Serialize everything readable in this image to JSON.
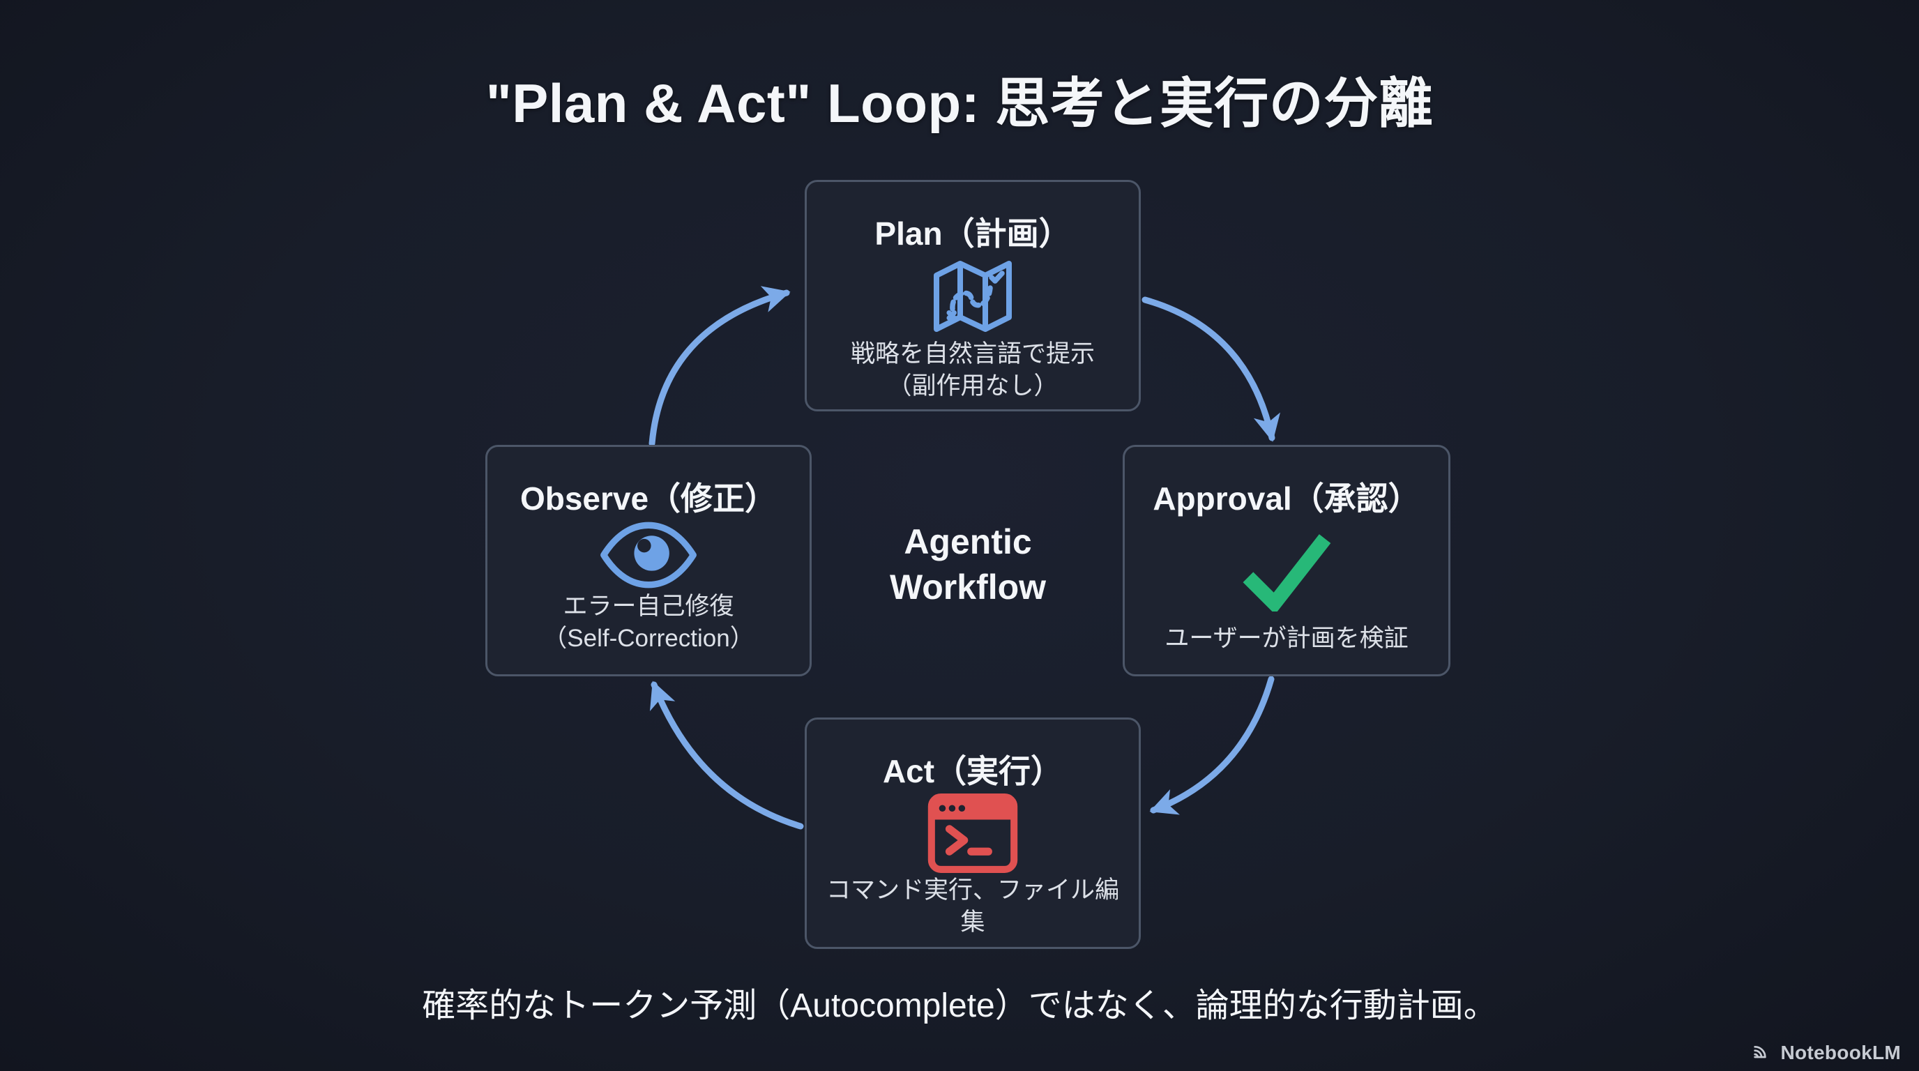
{
  "colors": {
    "background": "#181d29",
    "box-bg": "#1e2330",
    "box-border": "#4c5668",
    "text-primary": "#f4f6f9",
    "text-secondary": "#dde1e8",
    "arrow-blue": "#7caae8",
    "icon-blue": "#6ea2e6",
    "icon-green": "#27b878",
    "icon-red": "#e05151",
    "watermark": "#c7cbd3"
  },
  "slide": {
    "title": "\"Plan & Act\" Loop: 思考と実行の分離",
    "center_label": {
      "line1": "Agentic",
      "line2": "Workflow"
    },
    "footer": "確率的なトークン予測（Autocomplete）ではなく、論理的な行動計画。",
    "watermark": "NotebookLM"
  },
  "nodes": [
    {
      "id": "plan",
      "title": "Plan（計画）",
      "icon": "map-icon",
      "lines": [
        "戦略を自然言語で提示",
        "（副作用なし）"
      ]
    },
    {
      "id": "approval",
      "title": "Approval（承認）",
      "icon": "check-icon",
      "lines": [
        "ユーザーが計画を検証"
      ]
    },
    {
      "id": "act",
      "title": "Act（実行）",
      "icon": "terminal-icon",
      "lines": [
        "コマンド実行、ファイル編集"
      ]
    },
    {
      "id": "observe",
      "title": "Observe（修正）",
      "icon": "eye-icon",
      "lines": [
        "エラー自己修復",
        "（Self-Correction）"
      ]
    }
  ],
  "arrows": [
    {
      "from": "Plan",
      "to": "Approval"
    },
    {
      "from": "Approval",
      "to": "Act"
    },
    {
      "from": "Act",
      "to": "Observe"
    },
    {
      "from": "Observe",
      "to": "Plan"
    }
  ]
}
